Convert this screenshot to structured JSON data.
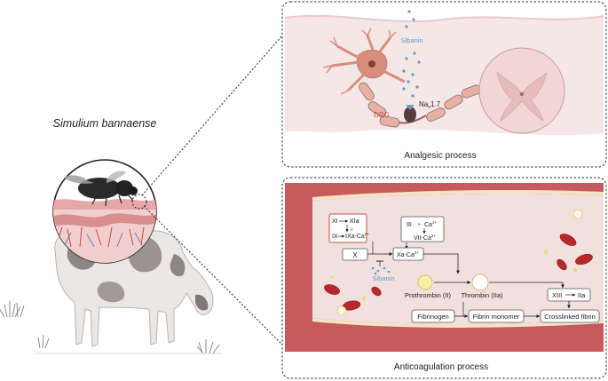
{
  "species": "Simulium bannaense",
  "analgesic": {
    "caption": "Analgesic process",
    "peptide": "Sibanin",
    "channel_prefix": "Na",
    "channel_sub": "v",
    "channel_suffix": "1.7",
    "ganglion": "DRG"
  },
  "anticoag": {
    "caption": "Anticoagulation process",
    "xi": "XI",
    "xia": "XIa",
    "ix": "IX",
    "ixa": "IXa-Ca",
    "ca_sup": "2+",
    "iii": "III",
    "ca": "Ca",
    "vii": "VII-Ca",
    "x": "X",
    "xa": "Xa-Ca",
    "peptide": "Sibanin",
    "prothrombin": "Prothrombin (II)",
    "thrombin": "Thrombin (IIa)",
    "xiii": "XIII",
    "iia": "IIa",
    "fibrinogen": "Fibrinogen",
    "fibrin_monomer": "Fibrin monomer",
    "crosslinked": "Crosslinked fibrin"
  },
  "colors": {
    "vessel_wall": "#c9595c",
    "vessel_lumen": "#f2dede",
    "rbc": "#b8282c",
    "nerve": "#a97f7a",
    "skin": "#f3d9d9",
    "box_border": "#444444"
  }
}
